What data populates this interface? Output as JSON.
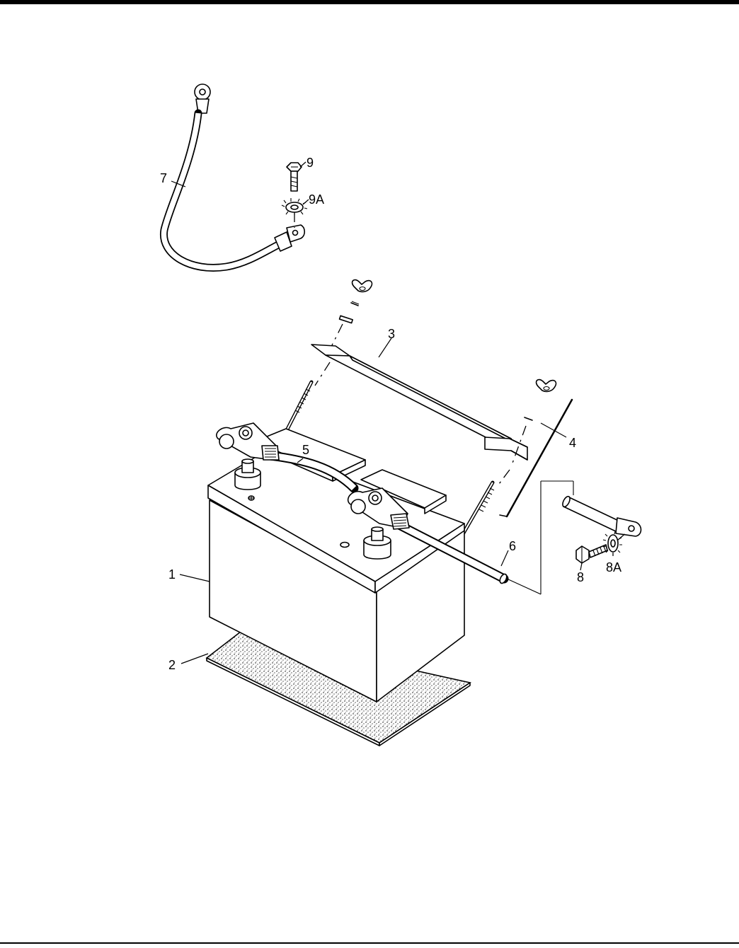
{
  "callouts": {
    "c1": "1",
    "c2": "2",
    "c3": "3",
    "c4": "4",
    "c5": "5",
    "c6": "6",
    "c7": "7",
    "c8": "8",
    "c8a": "8A",
    "c9": "9",
    "c9a": "9A"
  }
}
